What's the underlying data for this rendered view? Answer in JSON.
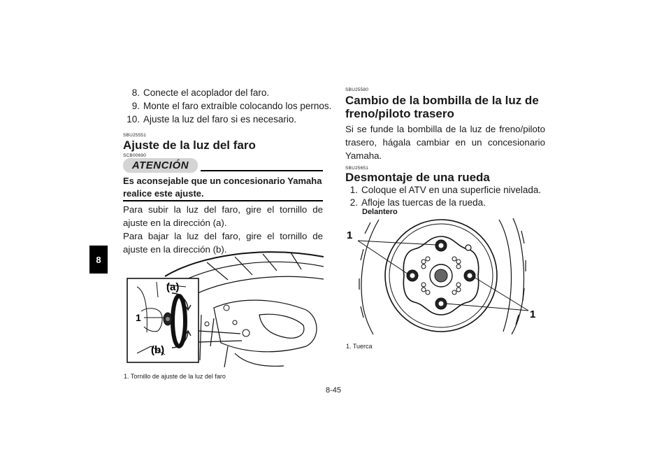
{
  "chapter_tab": "8",
  "left": {
    "steps": [
      {
        "num": "8.",
        "text": "Conecte el acoplador del faro."
      },
      {
        "num": "9.",
        "text": "Monte el faro extraíble colocando los pernos."
      },
      {
        "num": "10.",
        "text": "Ajuste la luz del faro si es necesario."
      }
    ],
    "section_code": "SBU25551",
    "section_title": "Ajuste de la luz del faro",
    "caution_code": "SCB00690",
    "caution_label": "ATENCIÓN",
    "caution_text": "Es aconsejable que un concesionario Yamaha realice este ajuste.",
    "para1": "Para subir la luz del faro, gire el tornillo de ajuste en la dirección (a).",
    "para2": "Para bajar la luz del faro, gire el tornillo de ajuste en la dirección (b).",
    "figure_labels": {
      "a": "(a)",
      "b": "(b)",
      "one": "1"
    },
    "caption": "1. Tornillo de ajuste de la luz del faro"
  },
  "right": {
    "section1_code": "SBU25580",
    "section1_title_line1": "Cambio de la bombilla de la luz de",
    "section1_title_line2": "freno/piloto trasero",
    "section1_body": "Si se funde la bombilla de la luz de freno/piloto trasero, hágala cambiar en un concesionario Yamaha.",
    "section2_code": "SBU25651",
    "section2_title": "Desmontaje de una rueda",
    "steps": [
      {
        "num": "1.",
        "text": "Coloque el ATV en una superficie nivelada."
      },
      {
        "num": "2.",
        "text": "Afloje las tuercas de la rueda."
      }
    ],
    "figure_heading": "Delantero",
    "figure_labels": {
      "one_top": "1",
      "one_bottom": "1"
    },
    "caption": "1. Tuerca"
  },
  "page_number": "8-45"
}
